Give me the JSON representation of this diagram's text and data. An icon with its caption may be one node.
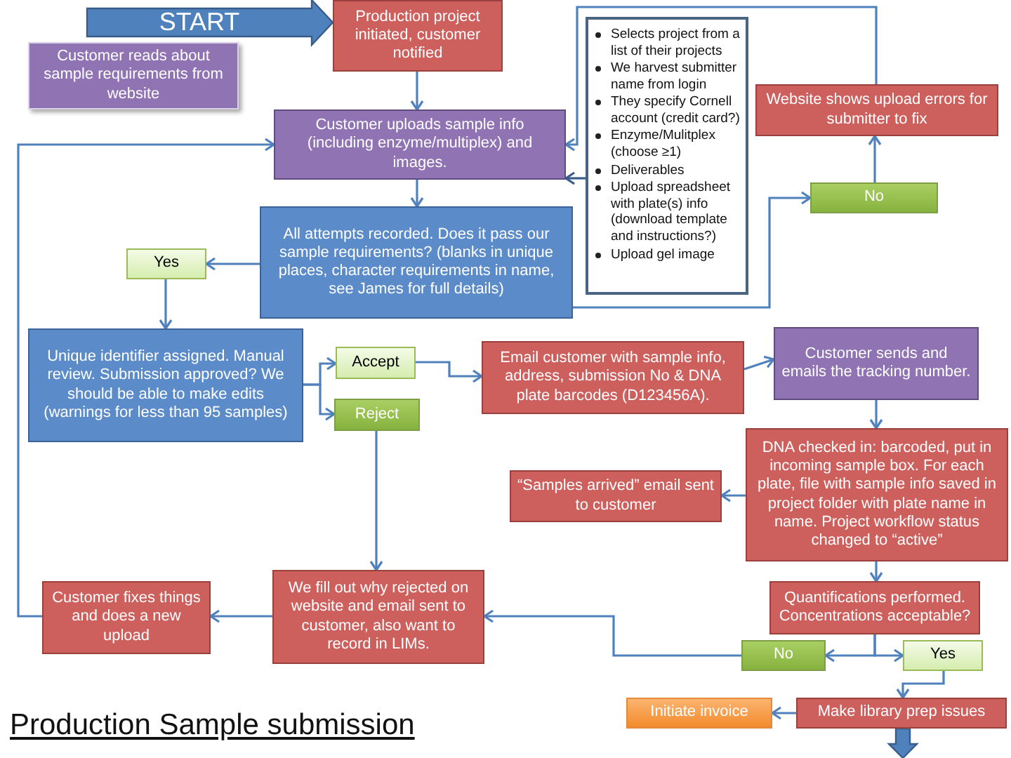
{
  "diagram": {
    "title": "Production Sample submission",
    "nodes": [
      {
        "text": [
          "Production project initiated, customer notified"
        ]
      },
      {
        "text": [
          "Customer reads about sample requirements from website"
        ]
      },
      {
        "text": [
          "Customer uploads sample info (including enzyme/multiplex) and images."
        ]
      },
      {
        "text": [
          "Selects project from a list of their projects",
          "We harvest submitter name from login",
          "They specify Cornell account (credit card?)",
          "Enzyme/Mulitplex (choose ≥1)",
          "Deliverables",
          "Upload spreadsheet with plate(s) info (download template and instructions?)",
          "Upload gel image"
        ]
      },
      {
        "text": [
          "Website shows upload errors for submitter to fix"
        ]
      },
      {
        "text": [
          "All attempts recorded. Does it pass our sample requirements? (blanks in unique places, character requirements in name, see James for full details)"
        ]
      },
      {
        "text": [
          "No"
        ]
      },
      {
        "text": [
          "Yes"
        ]
      },
      {
        "text": [
          "Unique identifier assigned. Manual review. Submission approved? We should be able to make edits (warnings for less than 95 samples)"
        ]
      },
      {
        "text": [
          "Accept"
        ]
      },
      {
        "text": [
          "Reject"
        ]
      },
      {
        "text": [
          "Email customer with sample info, address, submission No & DNA plate barcodes (D123456A)."
        ]
      },
      {
        "text": [
          "Customer sends and emails the tracking number."
        ]
      },
      {
        "text": [
          "DNA checked in: barcoded, put in incoming sample box. For each plate, file with sample info saved in project folder with plate name in name. Project workflow status changed to “active”"
        ]
      },
      {
        "text": [
          "“Samples arrived” email sent to customer"
        ]
      },
      {
        "text": [
          "Quantifications performed. Concentrations acceptable?"
        ]
      },
      {
        "text": [
          "We fill out why rejected on website and email sent to customer, also want to record in LIMs."
        ]
      },
      {
        "text": [
          "Customer fixes things and does a new upload"
        ]
      },
      {
        "text": [
          "No"
        ]
      },
      {
        "text": [
          "Yes"
        ]
      },
      {
        "text": [
          "Initiate invoice"
        ]
      },
      {
        "text": [
          "Make library prep issues"
        ]
      }
    ],
    "edges": [
      {
        "from": null,
        "to": 0,
        "arrow": "to",
        "label": "START",
        "style": "thick"
      },
      {
        "from": 0,
        "to": 2,
        "arrow": "to"
      },
      {
        "from": 2,
        "to": 5,
        "arrow": "to"
      },
      {
        "from": 3,
        "to": 2,
        "arrow": "to",
        "color": "#385d8a"
      },
      {
        "from": 4,
        "to": 2,
        "arrow": "to"
      },
      {
        "from": 6,
        "to": 4,
        "arrow": "to"
      },
      {
        "from": 5,
        "to": 7,
        "arrow": "to"
      },
      {
        "from": 5,
        "to": 6,
        "arrow": "to"
      },
      {
        "from": 7,
        "to": 8,
        "arrow": "to"
      },
      {
        "from": 8,
        "to": 9,
        "arrow": "to"
      },
      {
        "from": 8,
        "to": 10,
        "arrow": "to"
      },
      {
        "from": 9,
        "to": 11,
        "arrow": "to"
      },
      {
        "from": 11,
        "to": 12,
        "arrow": "to"
      },
      {
        "from": 12,
        "to": 13,
        "arrow": "to"
      },
      {
        "from": 13,
        "to": 14,
        "arrow": "to"
      },
      {
        "from": 13,
        "to": 15,
        "arrow": "to"
      },
      {
        "from": 10,
        "to": 16,
        "arrow": "to"
      },
      {
        "from": 15,
        "to": 18,
        "arrow": "to"
      },
      {
        "from": 15,
        "to": 19,
        "arrow": "to"
      },
      {
        "from": 18,
        "to": 16,
        "arrow": "to"
      },
      {
        "from": 16,
        "to": 17,
        "arrow": "to"
      },
      {
        "from": 17,
        "to": 2,
        "arrow": "to"
      },
      {
        "from": 19,
        "to": 21,
        "arrow": "to"
      },
      {
        "from": 21,
        "to": 20,
        "arrow": "to"
      },
      {
        "from": 21,
        "to": null,
        "arrow": "to",
        "style": "thick"
      }
    ]
  }
}
